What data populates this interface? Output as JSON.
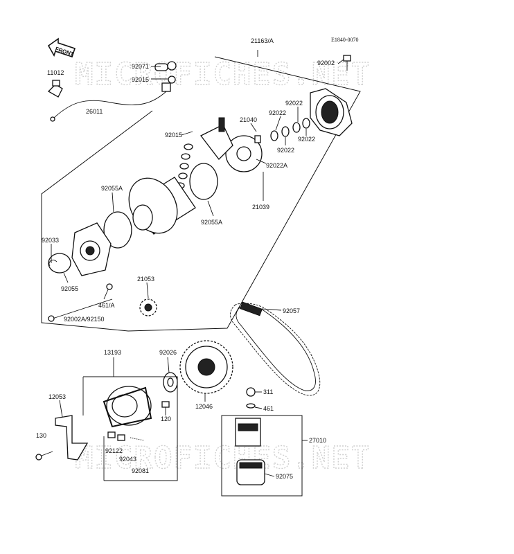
{
  "watermark": "MICROFICHES.NET",
  "diagram_code": "E1840-0070",
  "front_arrow_text": "FRONT",
  "labels": {
    "l21163A": "21163/A",
    "l92002": "92002",
    "l11012": "11012",
    "l92071": "92071",
    "l92015a": "92015",
    "l26011": "26011",
    "l92022a": "92022",
    "l92022b": "92022",
    "l92022c": "92022",
    "l92022d": "92022",
    "l21040": "21040",
    "l92015b": "92015",
    "l92022A": "92022A",
    "l21039": "21039",
    "l92055Aa": "92055A",
    "l92055Ab": "92055A",
    "l92033": "92033",
    "l92055": "92055",
    "l461A": "461/A",
    "l92002A": "92002A/92150",
    "l21053": "21053",
    "l92057": "92057",
    "l13193": "13193",
    "l92026": "92026",
    "l12046": "12046",
    "l311": "311",
    "l461": "461",
    "l12053": "12053",
    "l120": "120",
    "l27010": "27010",
    "l130": "130",
    "l92122": "92122",
    "l92043": "92043",
    "l92081": "92081",
    "l92075": "92075"
  }
}
